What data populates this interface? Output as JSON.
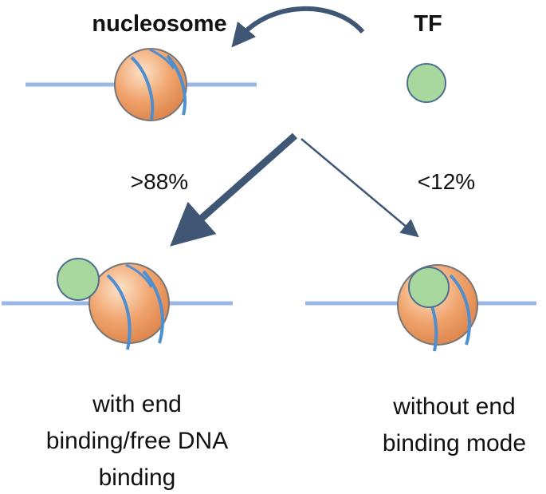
{
  "top": {
    "nucleosome_label": "nucleosome",
    "tf_label": "TF"
  },
  "branches": {
    "left_percent": ">88%",
    "right_percent": "<12%"
  },
  "captions": {
    "left_line1": "with end",
    "left_line2": "binding/free DNA",
    "left_line3": "binding",
    "right_line1": "without end",
    "right_line2": "binding mode"
  },
  "colors": {
    "dna": "#9ab7e6",
    "histone": "#f0a26b",
    "histone_wrap": "#4f8fd0",
    "tf_fill": "#a9d89e",
    "tf_stroke": "#4f6f8f",
    "arrow": "#3f5674"
  }
}
